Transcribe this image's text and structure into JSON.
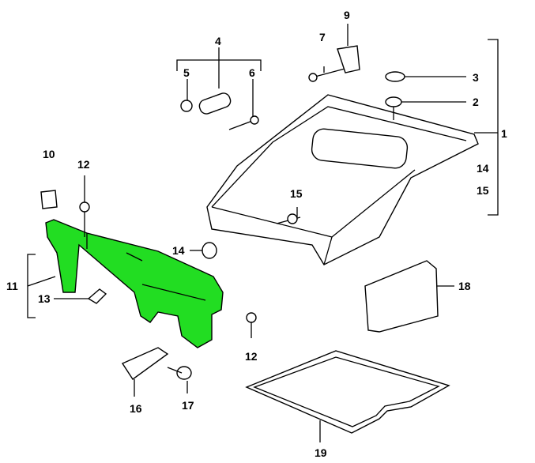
{
  "diagram": {
    "colors": {
      "highlight": "#22dd22",
      "line": "#000000"
    },
    "labels": {
      "l1": "1",
      "l2": "2",
      "l3": "3",
      "l4": "4",
      "l5": "5",
      "l6": "6",
      "l7": "7",
      "l9": "9",
      "l10": "10",
      "l11": "11",
      "l12a": "12",
      "l12b": "12",
      "l13": "13",
      "l14a": "14",
      "l14b": "14",
      "l15a": "15",
      "l15b": "15",
      "l16": "16",
      "l17": "17",
      "l18": "18",
      "l19": "19"
    }
  }
}
